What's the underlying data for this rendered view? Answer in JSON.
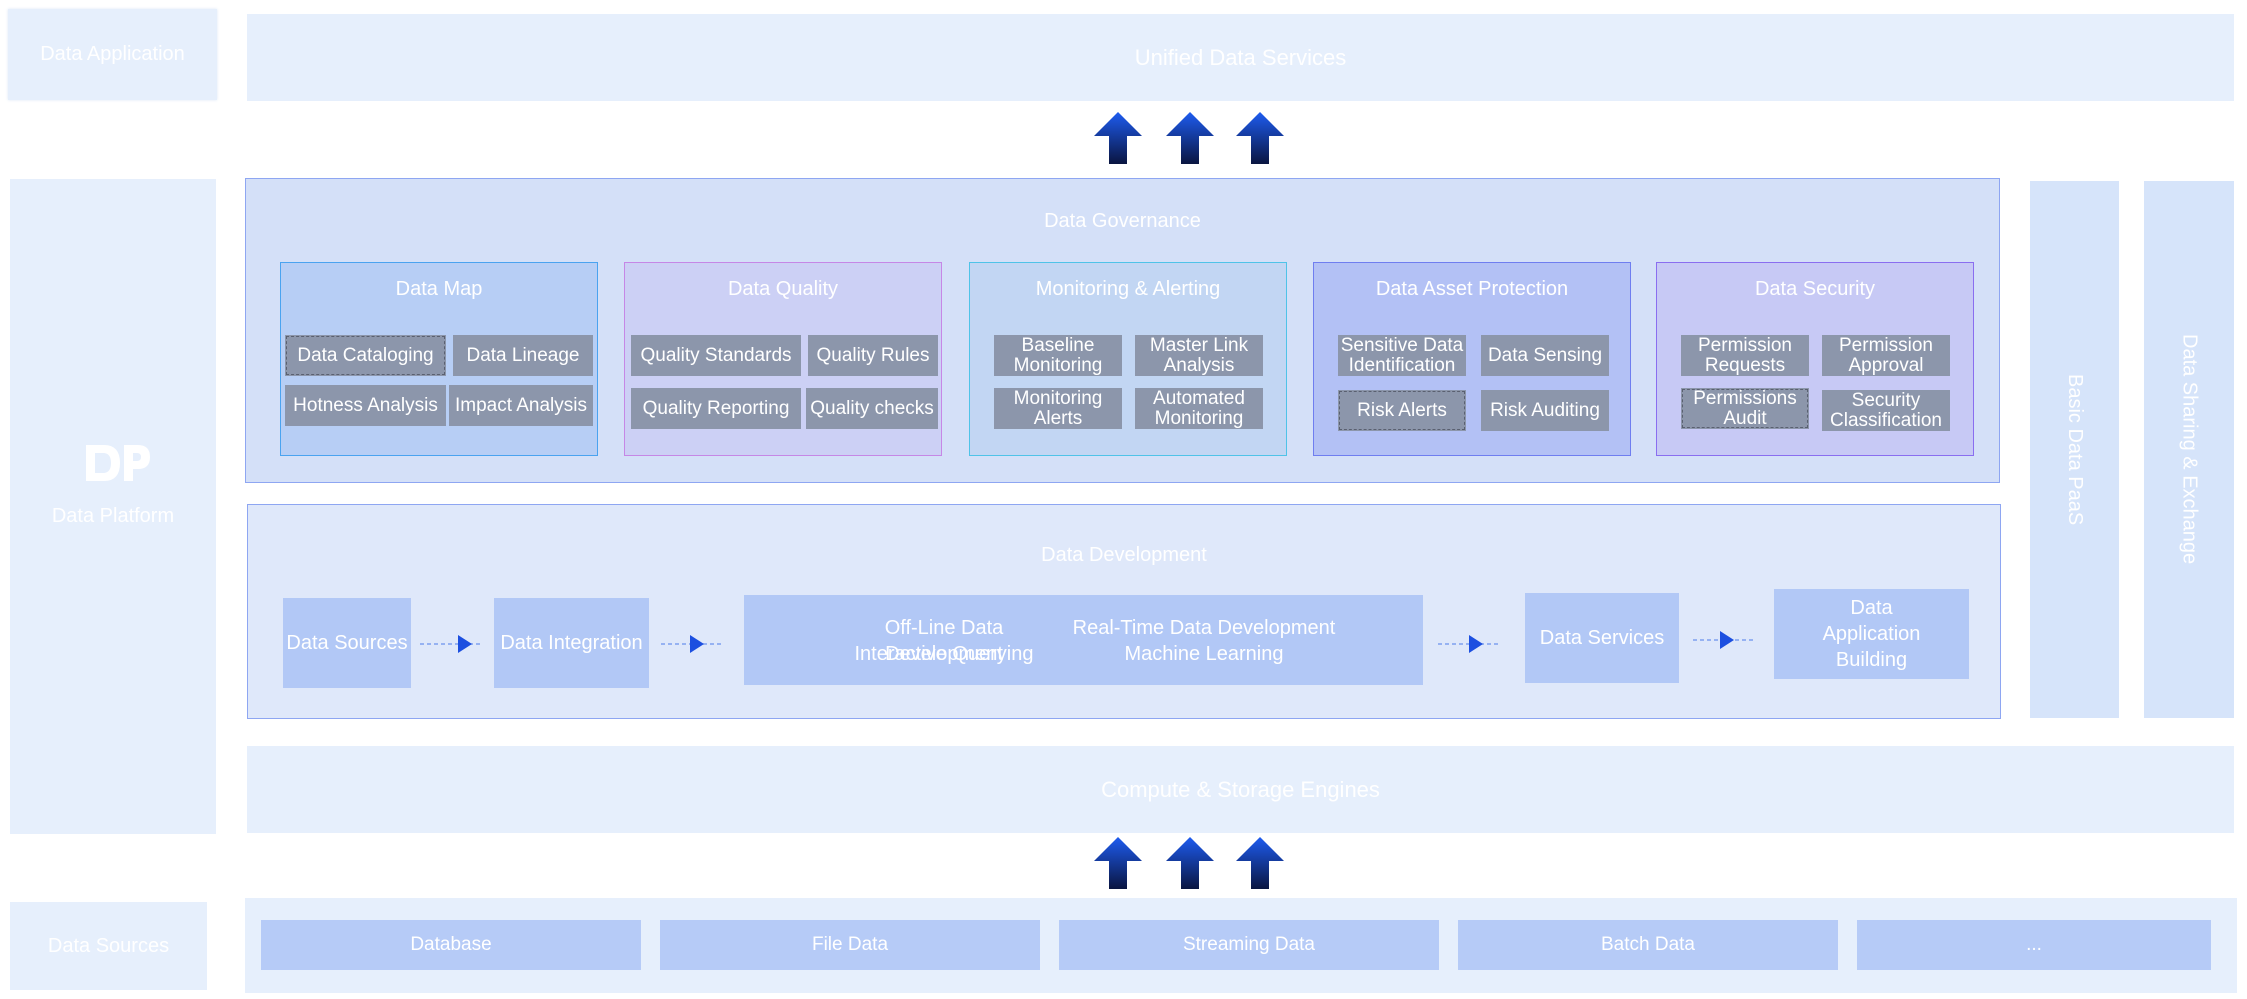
{
  "layers": {
    "data_application": "Data Application",
    "data_platform": "Data Platform",
    "data_sources": "Data Sources"
  },
  "logo_text": "DP",
  "unified_services": "Unified Data Services",
  "compute_storage": "Compute & Storage Engines",
  "side_columns": {
    "basic_paas": "Basic Data PaaS",
    "sharing": "Data Sharing & Exchange"
  },
  "governance": {
    "title": "Data Governance",
    "cards": [
      {
        "title": "Data Map",
        "items": [
          "Data Cataloging",
          "Data Lineage",
          "Hotness Analysis",
          "Impact Analysis"
        ]
      },
      {
        "title": "Data Quality",
        "items": [
          "Quality Standards",
          "Quality Rules",
          "Quality Reporting",
          "Quality checks"
        ]
      },
      {
        "title": "Monitoring & Alerting",
        "items": [
          "Baseline Monitoring",
          "Master Link Analysis",
          "Monitoring Alerts",
          "Automated Monitoring"
        ]
      },
      {
        "title": "Data Asset Protection",
        "items": [
          "Sensitive Data Identification",
          "Data Sensing",
          "Risk Alerts",
          "Risk Auditing"
        ]
      },
      {
        "title": "Data Security",
        "items": [
          "Permission Requests",
          "Permission Approval",
          "Permissions Audit",
          "Security Classification"
        ]
      }
    ]
  },
  "development": {
    "title": "Data Development",
    "steps": {
      "sources": "Data Sources",
      "integration": "Data Integration",
      "offline": "Off-Line Data Development",
      "interactive": "Interactive Querying",
      "realtime": "Real-Time Data Development",
      "ml": "Machine Learning",
      "services": "Data Services",
      "app_building": "Data Application Building"
    }
  },
  "sources": [
    "Database",
    "File Data",
    "Streaming Data",
    "Batch Data",
    "..."
  ],
  "colors": {
    "arrow_top": "#1e5cf0",
    "arrow_bottom": "#0a1540",
    "flow_arrow": "#1c4fe0"
  }
}
